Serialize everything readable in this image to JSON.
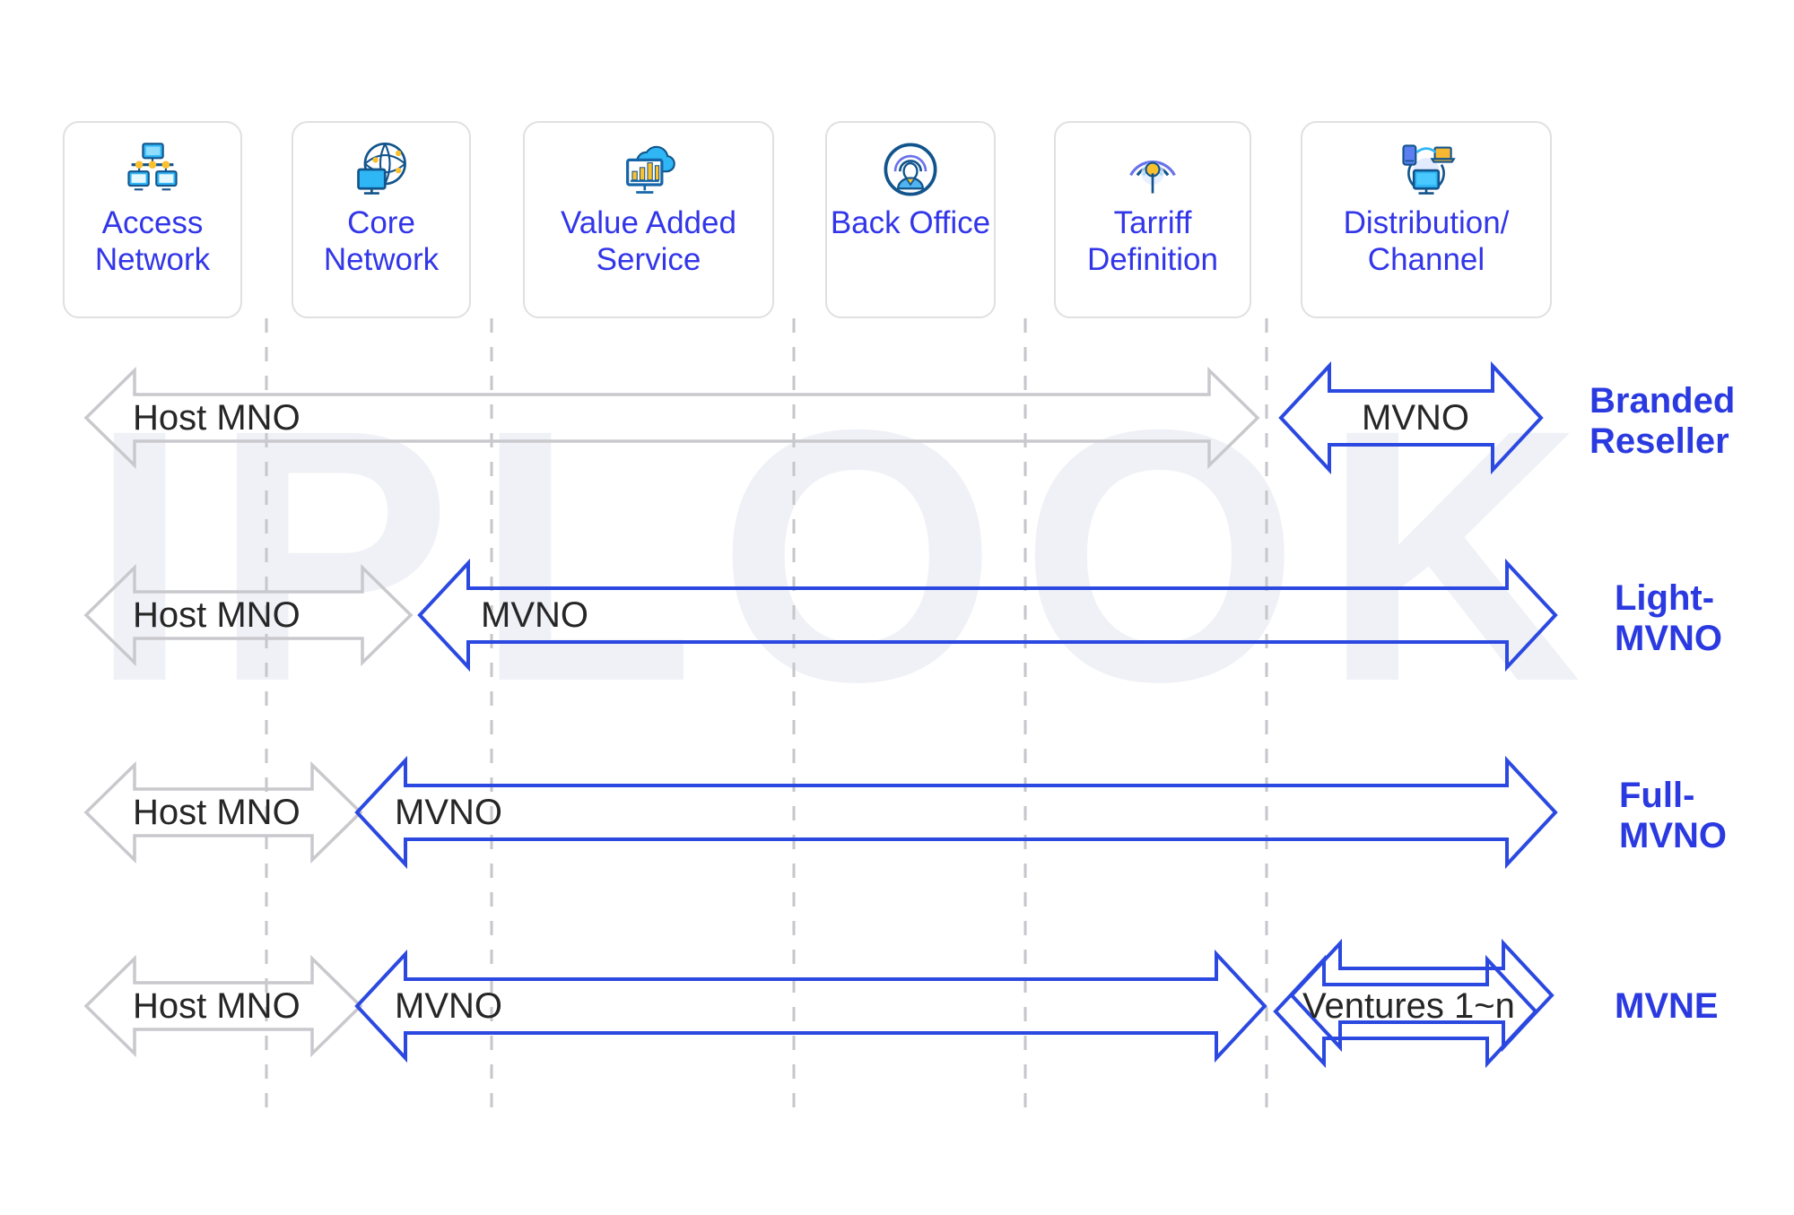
{
  "watermark": "IPLOOK",
  "colors": {
    "mvno_blue": "#2b49e0",
    "label_blue": "#2b3ae0",
    "card_label_blue": "#3236e8",
    "host_gray": "#c9c9cd",
    "dash_gray": "#c6c6cb",
    "text_dark": "#262626"
  },
  "columns": [
    {
      "id": "access-network",
      "icon": "access-network-icon",
      "label": "Access\nNetwork"
    },
    {
      "id": "core-network",
      "icon": "core-network-icon",
      "label": "Core\nNetwork"
    },
    {
      "id": "value-added-service",
      "icon": "value-added-service-icon",
      "label": "Value Added\nService"
    },
    {
      "id": "back-office",
      "icon": "back-office-icon",
      "label": "Back\nOffice"
    },
    {
      "id": "tarriff-definition",
      "icon": "tarriff-definition-icon",
      "label": "Tarriff\nDefinition"
    },
    {
      "id": "distribution-channel",
      "icon": "distribution-channel-icon",
      "label": "Distribution/\nChannel"
    }
  ],
  "rows": [
    {
      "id": "branded-reseller",
      "label": "Branded\nReseller",
      "segments": [
        {
          "id": "host-mno",
          "text": "Host MNO",
          "owner": "host"
        },
        {
          "id": "mvno",
          "text": "MVNO",
          "owner": "mvno"
        }
      ]
    },
    {
      "id": "light-mvno",
      "label": "Light-\nMVNO",
      "segments": [
        {
          "id": "host-mno",
          "text": "Host MNO",
          "owner": "host"
        },
        {
          "id": "mvno",
          "text": "MVNO",
          "owner": "mvno"
        }
      ]
    },
    {
      "id": "full-mvno",
      "label": "Full-\nMVNO",
      "segments": [
        {
          "id": "host-mno",
          "text": "Host MNO",
          "owner": "host"
        },
        {
          "id": "mvno",
          "text": "MVNO",
          "owner": "mvno"
        }
      ]
    },
    {
      "id": "mvne",
      "label": "MVNE",
      "segments": [
        {
          "id": "host-mno",
          "text": "Host MNO",
          "owner": "host"
        },
        {
          "id": "mvno",
          "text": "MVNO",
          "owner": "mvno"
        },
        {
          "id": "ventures",
          "text": "Ventures 1~n",
          "owner": "mvno"
        }
      ]
    }
  ]
}
